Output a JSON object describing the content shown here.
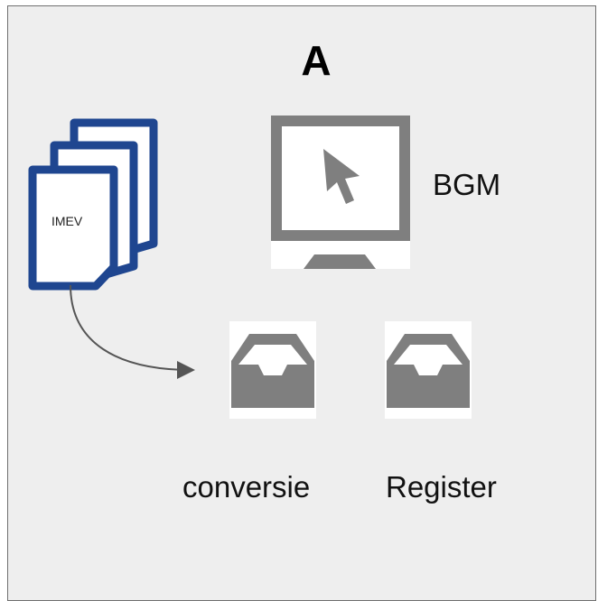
{
  "diagram": {
    "title": "A",
    "documents": {
      "label": "IMEV",
      "icon": "document-stack-icon",
      "color": "#1f4690"
    },
    "monitor": {
      "label": "BGM",
      "icon": "monitor-cursor-icon"
    },
    "trays": [
      {
        "label": "conversie",
        "icon": "inbox-tray-icon"
      },
      {
        "label": "Register",
        "icon": "inbox-tray-icon"
      }
    ],
    "arrow": {
      "from": "IMEV",
      "to": "conversie"
    },
    "colors": {
      "icon_gray": "#7f7f7f",
      "panel_bg": "#eeeeee",
      "doc_blue": "#1f4690"
    }
  }
}
